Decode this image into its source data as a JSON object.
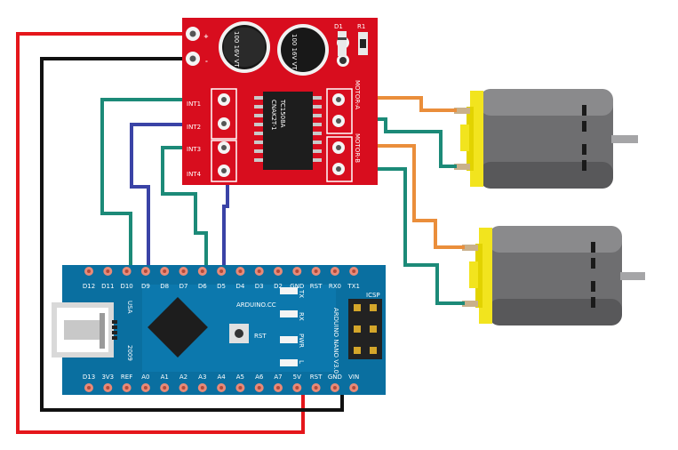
{
  "driver": {
    "d1": "D1",
    "r1": "R1",
    "cap_label_1": "100 16V VT",
    "cap_label_2": "100 16V VT",
    "chip_line_1": "TC1508A",
    "chip_line_2": "CNAK2T-1",
    "plus": "+",
    "minus": "-",
    "int1": "INT1",
    "int2": "INT2",
    "int3": "INT3",
    "int4": "INT4",
    "motor_a": "MOTOR-A",
    "motor_b": "MOTOR-B"
  },
  "nano": {
    "top_pins": [
      "D12",
      "D11",
      "D10",
      "D9",
      "D8",
      "D7",
      "D6",
      "D5",
      "D4",
      "D3",
      "D2",
      "GND",
      "RST",
      "RX0",
      "TX1"
    ],
    "bottom_pins": [
      "D13",
      "3V3",
      "REF",
      "A0",
      "A1",
      "A2",
      "A3",
      "A4",
      "A5",
      "A6",
      "A7",
      "5V",
      "RST",
      "GND",
      "VIN"
    ],
    "usa": "USA",
    "year": "2009",
    "brand": "ARDUINO.CC",
    "model": "ARDUINO NANO V3.0",
    "icsp": "ICSP",
    "tx": "TX",
    "rx": "RX",
    "pwr": "PWR",
    "l": "L",
    "rst": "RST"
  },
  "colors": {
    "board_red": "#d80d1e",
    "board_blue": "#0a6fa0",
    "wire_red": "#e5161b",
    "wire_black": "#111111",
    "wire_teal": "#1c8a78",
    "wire_blue": "#3a43a6",
    "wire_orange": "#ea8e3b",
    "motor_yellow": "#f2e41e",
    "motor_gray": "#6e6e70"
  }
}
